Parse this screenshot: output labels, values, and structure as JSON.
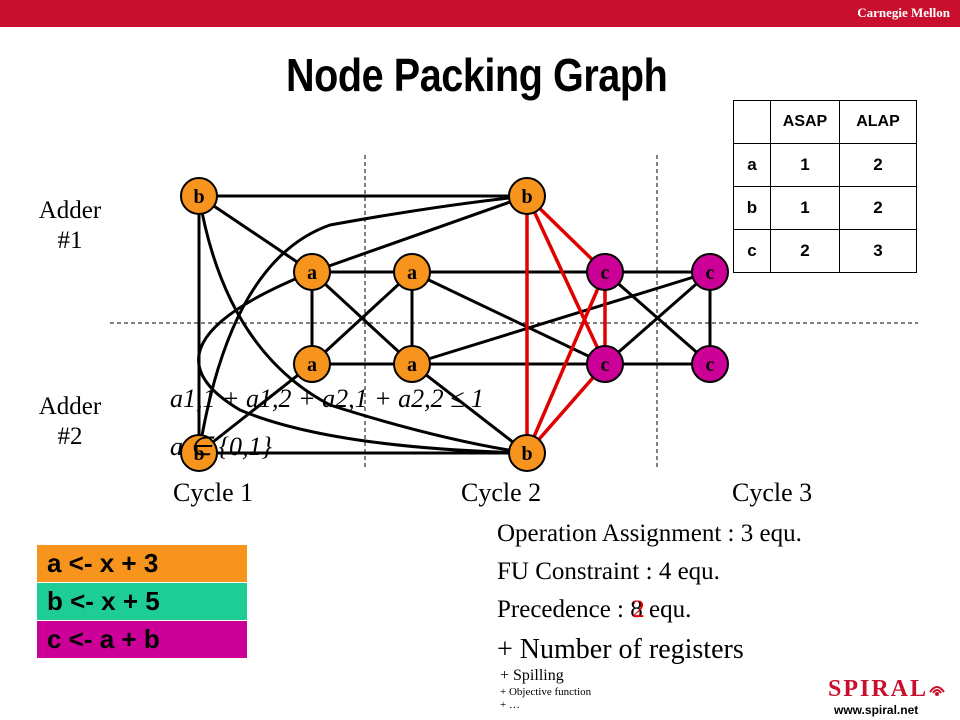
{
  "header": {
    "brand": "Carnegie Mellon"
  },
  "title": "Node Packing Graph",
  "adders": [
    {
      "line1": "Adder",
      "line2": "#1"
    },
    {
      "line1": "Adder",
      "line2": "#2"
    }
  ],
  "cycles": [
    "Cycle 1",
    "Cycle 2",
    "Cycle 3"
  ],
  "nodes": [
    {
      "id": "b1",
      "label": "b",
      "color": "#f7941d"
    },
    {
      "id": "b2",
      "label": "b",
      "color": "#f7941d"
    },
    {
      "id": "a1",
      "label": "a",
      "color": "#f7941d"
    },
    {
      "id": "a2",
      "label": "a",
      "color": "#f7941d"
    },
    {
      "id": "c1",
      "label": "c",
      "color": "#cc0099"
    },
    {
      "id": "c2",
      "label": "c",
      "color": "#cc0099"
    },
    {
      "id": "a3",
      "label": "a",
      "color": "#f7941d"
    },
    {
      "id": "a4",
      "label": "a",
      "color": "#f7941d"
    },
    {
      "id": "c3",
      "label": "c",
      "color": "#cc0099"
    },
    {
      "id": "c4",
      "label": "c",
      "color": "#cc0099"
    },
    {
      "id": "b3",
      "label": "b",
      "color": "#f7941d"
    },
    {
      "id": "b4",
      "label": "b",
      "color": "#f7941d"
    }
  ],
  "table": {
    "headers": [
      "",
      "ASAP",
      "ALAP"
    ],
    "rows": [
      [
        "a",
        "1",
        "2"
      ],
      [
        "b",
        "1",
        "2"
      ],
      [
        "c",
        "2",
        "3"
      ]
    ]
  },
  "formula": {
    "line1": "a1,1 + a1,2 + a2,1 + a2,2 ≤ 1",
    "line2": "a ∈ {0,1}"
  },
  "equations": {
    "operation_assignment": "Operation Assignment  : 3 equ.",
    "fu_constraint": "FU Constraint  : 4 equ.",
    "precedence_prefix": "Precedence : ",
    "precedence_old": "8",
    "precedence_new": "2",
    "precedence_suffix": " equ.",
    "registers": "+ Number of registers",
    "spilling": "+ Spilling",
    "objective": "+ Objective function",
    "more": "+ …"
  },
  "legend": [
    {
      "text": "a <- x + 3",
      "color": "#f7941d"
    },
    {
      "text": "b <- x + 5",
      "color": "#1ecc96"
    },
    {
      "text": "c <- a + b",
      "color": "#cc0099"
    }
  ],
  "logo": {
    "name": "SPIRAL",
    "url": "www.spiral.net"
  }
}
